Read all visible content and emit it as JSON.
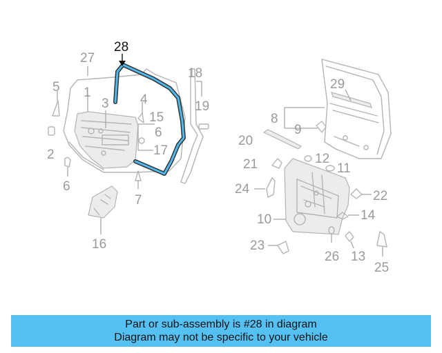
{
  "callouts": {
    "c28": "28",
    "c27": "27",
    "c5": "5",
    "c1": "1",
    "c3": "3",
    "c4": "4",
    "c15": "15",
    "c6a": "6",
    "c17": "17",
    "c2": "2",
    "c6b": "6",
    "c7": "7",
    "c16": "16",
    "c18": "18",
    "c19": "19",
    "c29": "29",
    "c8": "8",
    "c9": "9",
    "c20": "20",
    "c12": "12",
    "c21": "21",
    "c11": "11",
    "c24": "24",
    "c22": "22",
    "c10": "10",
    "c14": "14",
    "c23": "23",
    "c26": "26",
    "c13": "13",
    "c25": "25"
  },
  "highlight_part": "28",
  "colors": {
    "banner": "#55c1f3",
    "highlight_fill": "#4fb8ec",
    "outline": "#b4b4b4"
  },
  "banner": {
    "line1": "Part or sub-assembly is #28 in diagram",
    "line2": "Diagram may not be specific to your vehicle"
  }
}
